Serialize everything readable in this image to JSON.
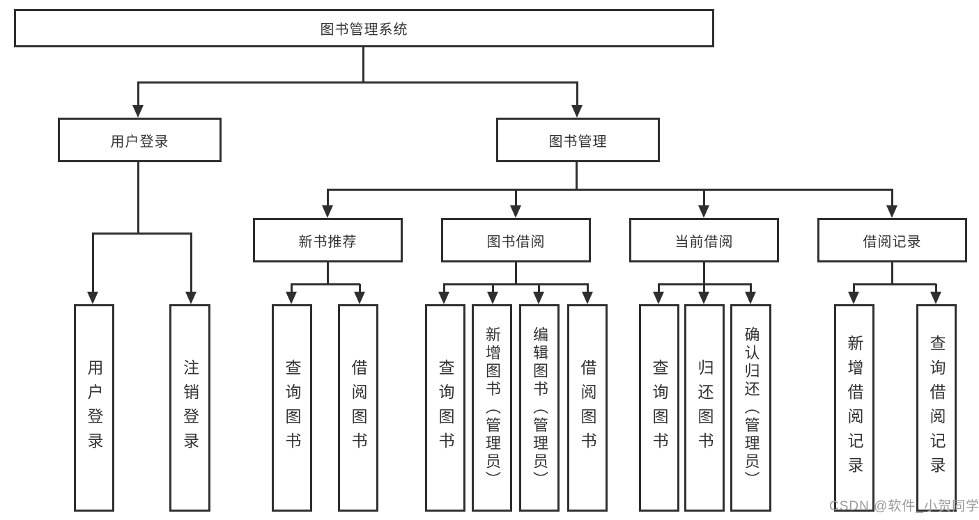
{
  "diagram": {
    "root": {
      "label": "图书管理系统",
      "children": [
        {
          "label": "用户登录",
          "children": [
            {
              "label": "用户登录"
            },
            {
              "label": "注销登录"
            }
          ]
        },
        {
          "label": "图书管理",
          "children": [
            {
              "label": "新书推荐",
              "children": [
                {
                  "label": "查询图书"
                },
                {
                  "label": "借阅图书"
                }
              ]
            },
            {
              "label": "图书借阅",
              "children": [
                {
                  "label": "查询图书"
                },
                {
                  "label": "新增图书（管理员）"
                },
                {
                  "label": "编辑图书（管理员）"
                },
                {
                  "label": "借阅图书"
                }
              ]
            },
            {
              "label": "当前借阅",
              "children": [
                {
                  "label": "查询图书"
                },
                {
                  "label": "归还图书"
                },
                {
                  "label": "确认归还（管理员）"
                }
              ]
            },
            {
              "label": "借阅记录",
              "children": [
                {
                  "label": "新增借阅记录"
                },
                {
                  "label": "查询借阅记录"
                }
              ]
            }
          ]
        }
      ]
    },
    "watermark": "CSDN @软件_小贺同学",
    "colors": {
      "line": "#2f2f2f",
      "text": "#333333",
      "watermark": "#9b9b9b",
      "background": "#ffffff"
    }
  }
}
